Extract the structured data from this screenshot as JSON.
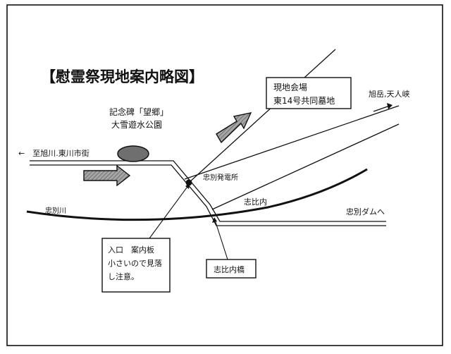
{
  "map": {
    "title": "【慰霊祭現地案内略図】",
    "venue": {
      "line1": "現地会場",
      "line2": "東14号共同墓地"
    },
    "monument": {
      "line1": "記念碑「望郷」",
      "line2": "大雪遊水公園"
    },
    "direction_asahikawa": "←　至旭川.東川市街",
    "direction_asahidake": "旭岳,天人峡",
    "power_station": "忠別発電所",
    "shipinai": "志比内",
    "chubetsu_dam": "忠別ダムへ",
    "chubetsu_river": "忠別川",
    "entrance": {
      "line1": "入口　案内板",
      "line2": "小さいので見落",
      "line3": "し注意。"
    },
    "bridge": "志比内橋"
  },
  "colors": {
    "ink": "#111111",
    "arrow_fill": "#9a9a9a",
    "oval_fill": "#6f6f6f"
  }
}
